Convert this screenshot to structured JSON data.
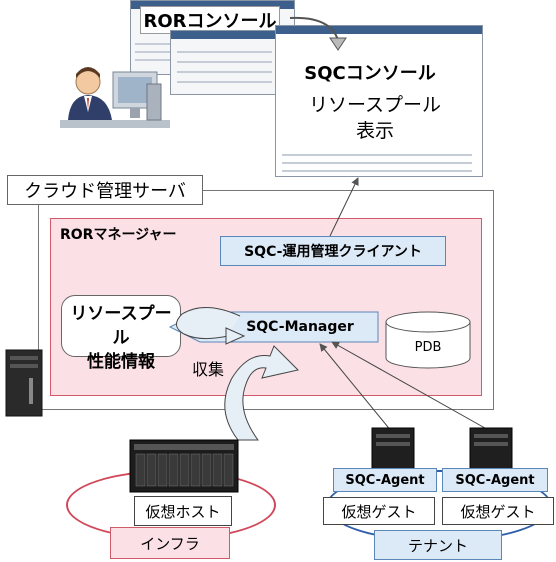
{
  "ror_console": {
    "label": "RORコンソール"
  },
  "sqc_console": {
    "label": "SQCコンソール",
    "view_line1": "リソースプール",
    "view_line2": "表示"
  },
  "cloud_server": {
    "label": "クラウド管理サーバ"
  },
  "ror_manager": {
    "label": "RORマネージャー"
  },
  "sqc_client": {
    "label": "SQC-運用管理クライアント"
  },
  "perf_info": {
    "line1": "リソースプール",
    "line2": "性能情報"
  },
  "sqc_manager": {
    "label": "SQC-Manager"
  },
  "pdb": {
    "label": "PDB"
  },
  "collect": {
    "label": "収集"
  },
  "virtual_host": {
    "label": "仮想ホスト"
  },
  "infra": {
    "label": "インフラ"
  },
  "agents": [
    {
      "agent_label": "SQC-Agent",
      "guest_label": "仮想ゲスト"
    },
    {
      "agent_label": "SQC-Agent",
      "guest_label": "仮想ゲスト"
    }
  ],
  "tenant": {
    "label": "テナント"
  },
  "colors": {
    "ror_fill": "#fbe1e5",
    "ror_border": "#d05a6a",
    "blue_fill": "#dce9f7",
    "blue_border": "#5b86b8",
    "infra_ring": "#d0485a",
    "tenant_ring": "#2f5fa8"
  }
}
